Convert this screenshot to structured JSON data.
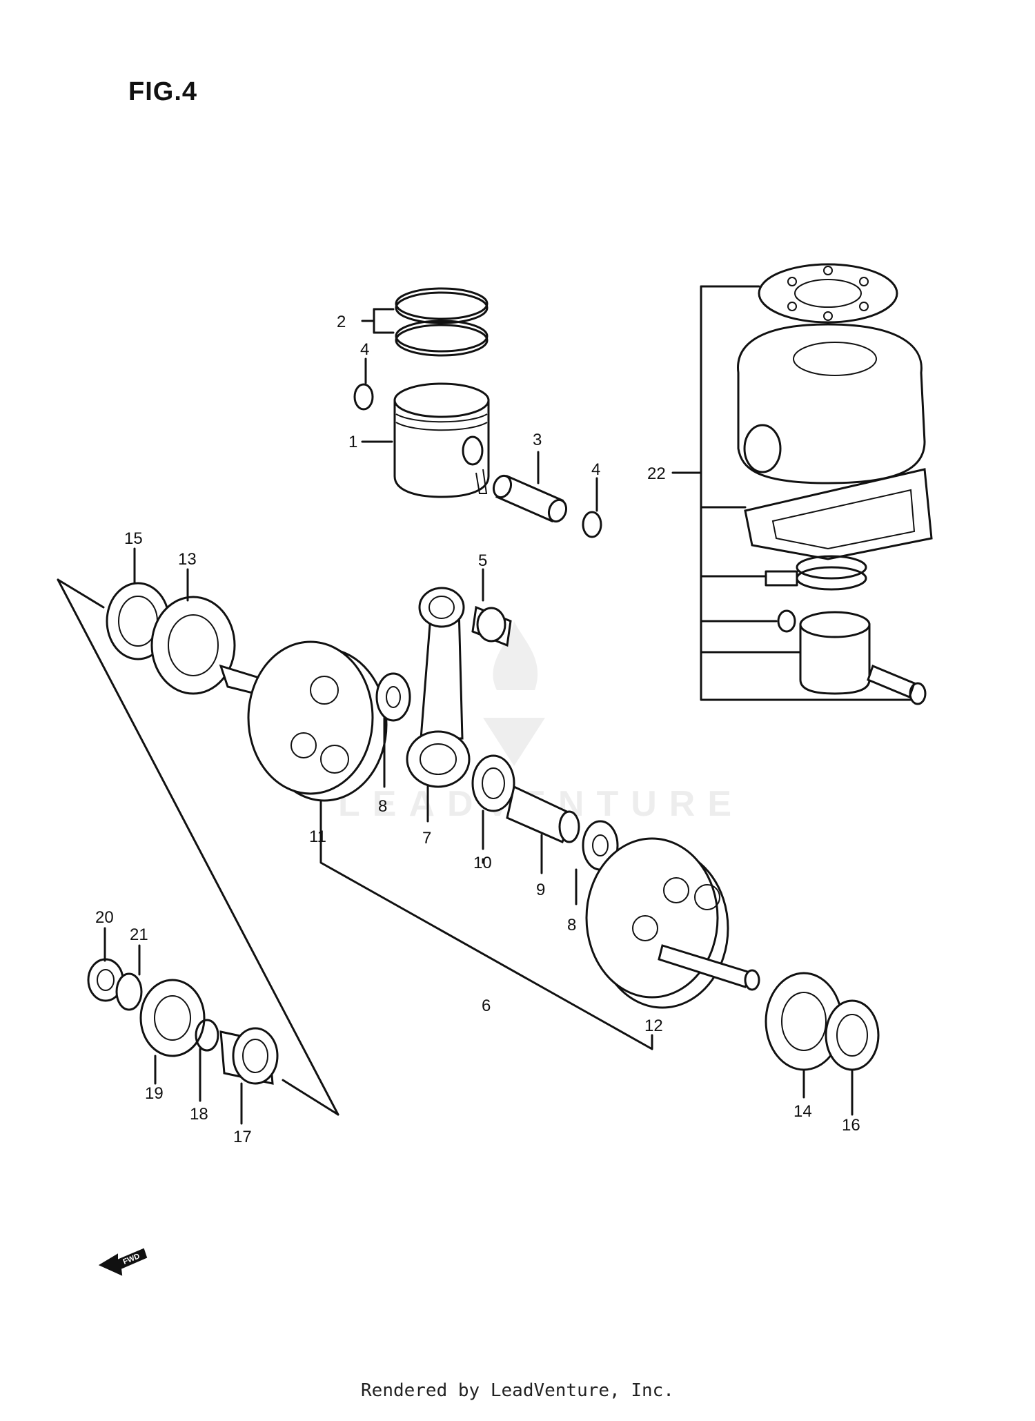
{
  "figure": {
    "title": "FIG.4",
    "footer": "Rendered by LeadVenture, Inc.",
    "watermark": "LEADVENTURE",
    "fwd_label": "FWD"
  },
  "callouts": [
    {
      "id": "c1",
      "label": "1",
      "part": "piston"
    },
    {
      "id": "c2",
      "label": "2",
      "part": "piston-ring-set"
    },
    {
      "id": "c3",
      "label": "3",
      "part": "piston-pin"
    },
    {
      "id": "c4a",
      "label": "4",
      "part": "circlip"
    },
    {
      "id": "c4b",
      "label": "4",
      "part": "circlip"
    },
    {
      "id": "c5",
      "label": "5",
      "part": "small-end-bearing"
    },
    {
      "id": "c6",
      "label": "6",
      "part": "crankshaft-assy"
    },
    {
      "id": "c7",
      "label": "7",
      "part": "connecting-rod"
    },
    {
      "id": "c8a",
      "label": "8",
      "part": "thrust-washer"
    },
    {
      "id": "c8b",
      "label": "8",
      "part": "thrust-washer"
    },
    {
      "id": "c9",
      "label": "9",
      "part": "crank-pin"
    },
    {
      "id": "c10",
      "label": "10",
      "part": "big-end-bearing"
    },
    {
      "id": "c11",
      "label": "11",
      "part": "crank-web-left"
    },
    {
      "id": "c12",
      "label": "12",
      "part": "crank-web-right"
    },
    {
      "id": "c13",
      "label": "13",
      "part": "main-bearing-left"
    },
    {
      "id": "c14",
      "label": "14",
      "part": "main-bearing-right"
    },
    {
      "id": "c15",
      "label": "15",
      "part": "oil-seal-left"
    },
    {
      "id": "c16",
      "label": "16",
      "part": "oil-seal-right"
    },
    {
      "id": "c17",
      "label": "17",
      "part": "spacer"
    },
    {
      "id": "c18",
      "label": "18",
      "part": "o-ring"
    },
    {
      "id": "c19",
      "label": "19",
      "part": "primary-drive-gear"
    },
    {
      "id": "c20",
      "label": "20",
      "part": "nut"
    },
    {
      "id": "c21",
      "label": "21",
      "part": "washer"
    },
    {
      "id": "c22",
      "label": "22",
      "part": "cylinder-kit"
    }
  ]
}
